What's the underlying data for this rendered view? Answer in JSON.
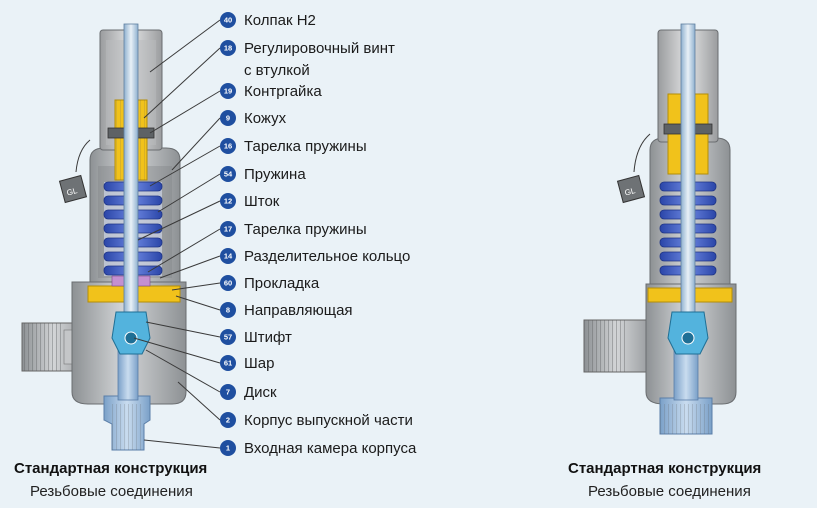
{
  "colors": {
    "background": "#eaf2f7",
    "badge": "#1f4fa0",
    "body_metal": "#a7aaad",
    "spring": "#3d5ec9",
    "brass": "#f1c21b",
    "inlet": "#8fb2d6"
  },
  "callouts": [
    {
      "num": "40",
      "label": "Колпак Н2"
    },
    {
      "num": "18",
      "label": "Регулировочный винт"
    },
    {
      "num": "",
      "label": "с втулкой"
    },
    {
      "num": "19",
      "label": "Контргайка"
    },
    {
      "num": "9",
      "label": "Кожух"
    },
    {
      "num": "16",
      "label": "Тарелка пружины"
    },
    {
      "num": "54",
      "label": "Пружина"
    },
    {
      "num": "12",
      "label": "Шток"
    },
    {
      "num": "17",
      "label": "Тарелка пружины"
    },
    {
      "num": "14",
      "label": "Разделительное кольцо"
    },
    {
      "num": "60",
      "label": "Прокладка"
    },
    {
      "num": "8",
      "label": "Направляющая"
    },
    {
      "num": "57",
      "label": "Штифт"
    },
    {
      "num": "61",
      "label": "Шар"
    },
    {
      "num": "7",
      "label": "Диск"
    },
    {
      "num": "2",
      "label": "Корпус выпускной части"
    },
    {
      "num": "1",
      "label": "Входная камера корпуса"
    }
  ],
  "tag_text": "GL",
  "captions": {
    "left_title": "Стандартная конструкция",
    "left_sub": "Резьбовые соединения",
    "right_title": "Стандартная конструкция",
    "right_sub": "Резьбовые соединения"
  }
}
